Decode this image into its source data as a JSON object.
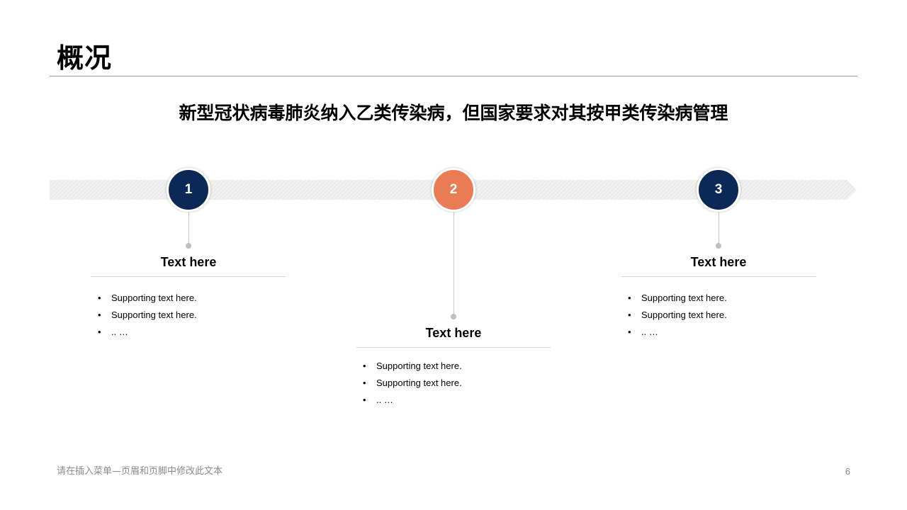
{
  "slide": {
    "title": "概况",
    "headline": "新型冠状病毒肺炎纳入乙类传染病，但国家要求对其按甲类传染病管理",
    "footer_text": "请在插入菜单—页眉和页脚中修改此文本",
    "page_number": "6"
  },
  "colors": {
    "navy": "#0b2857",
    "orange": "#e97c55",
    "band": "#ededed"
  },
  "steps": [
    {
      "number": "1",
      "color": "navy",
      "heading": "Text here",
      "bullets": [
        "Supporting  text here.",
        "Supporting  text here.",
        ".. …"
      ]
    },
    {
      "number": "2",
      "color": "orange",
      "heading": "Text here",
      "bullets": [
        "Supporting  text here.",
        "Supporting  text here.",
        ".. …"
      ]
    },
    {
      "number": "3",
      "color": "navy",
      "heading": "Text here",
      "bullets": [
        "Supporting  text here.",
        "Supporting  text here.",
        ".. …"
      ]
    }
  ]
}
